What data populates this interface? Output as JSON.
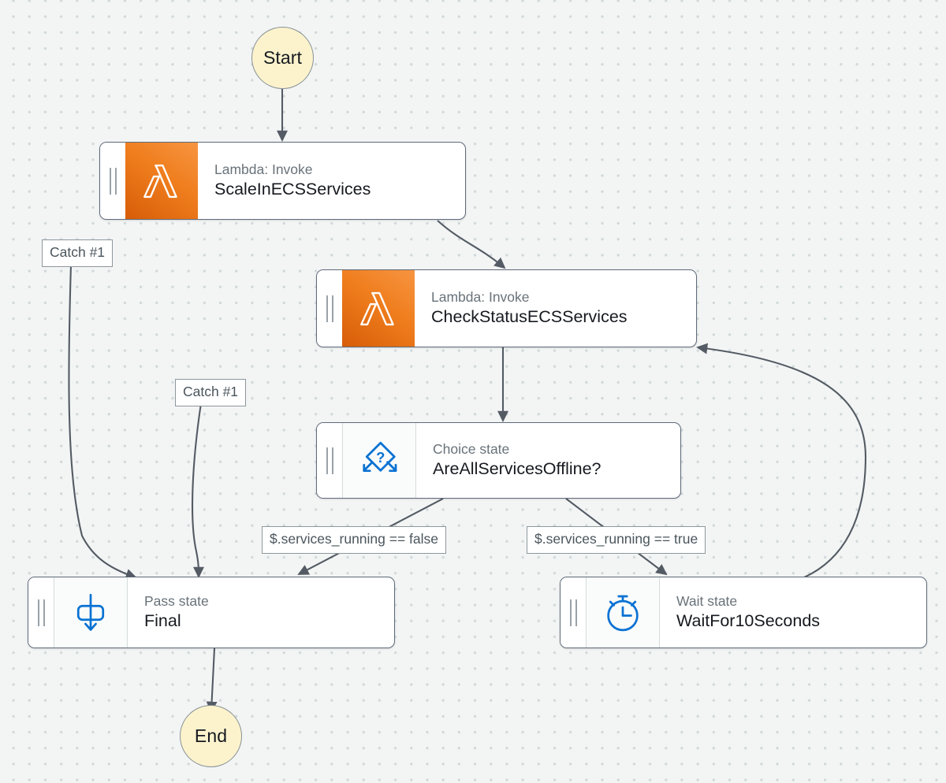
{
  "canvas": {
    "background_color": "#f3f5f5",
    "dot_color": "#d2d9da",
    "edge_color": "#545b64",
    "terminal_fill": "#fcf3cd",
    "terminal_border": "#879196",
    "lambda_orange": "#ed7100",
    "state_blue": "#0972d3",
    "card_border": "#5f6b7a"
  },
  "terminals": {
    "start": {
      "label": "Start"
    },
    "end": {
      "label": "End"
    }
  },
  "nodes": [
    {
      "id": "scale-in-ecs-services",
      "type": "Task",
      "icon": "lambda-icon",
      "subtitle": "Lambda: Invoke",
      "title": "ScaleInECSServices"
    },
    {
      "id": "check-status-ecs-services",
      "type": "Task",
      "icon": "lambda-icon",
      "subtitle": "Lambda: Invoke",
      "title": "CheckStatusECSServices"
    },
    {
      "id": "are-all-services-offline",
      "type": "Choice",
      "icon": "choice-state-icon",
      "subtitle": "Choice state",
      "title": "AreAllServicesOffline?"
    },
    {
      "id": "final",
      "type": "Pass",
      "icon": "pass-state-icon",
      "subtitle": "Pass state",
      "title": "Final"
    },
    {
      "id": "wait-for-10-seconds",
      "type": "Wait",
      "icon": "wait-state-icon",
      "subtitle": "Wait state",
      "title": "WaitFor10Seconds"
    }
  ],
  "edge_labels": {
    "catch_scale_in": "Catch #1",
    "catch_check_status": "Catch #1",
    "choice_false": "$.services_running == false",
    "choice_true": "$.services_running == true"
  },
  "edges": [
    {
      "from": "start",
      "to": "scale-in-ecs-services",
      "label": ""
    },
    {
      "from": "scale-in-ecs-services",
      "to": "check-status-ecs-services",
      "label": ""
    },
    {
      "from": "scale-in-ecs-services",
      "to": "final",
      "label": "Catch #1"
    },
    {
      "from": "check-status-ecs-services",
      "to": "are-all-services-offline",
      "label": ""
    },
    {
      "from": "check-status-ecs-services",
      "to": "final",
      "label": "Catch #1"
    },
    {
      "from": "are-all-services-offline",
      "to": "final",
      "label": "$.services_running == false"
    },
    {
      "from": "are-all-services-offline",
      "to": "wait-for-10-seconds",
      "label": "$.services_running == true"
    },
    {
      "from": "wait-for-10-seconds",
      "to": "check-status-ecs-services",
      "label": ""
    },
    {
      "from": "final",
      "to": "end",
      "label": ""
    }
  ]
}
